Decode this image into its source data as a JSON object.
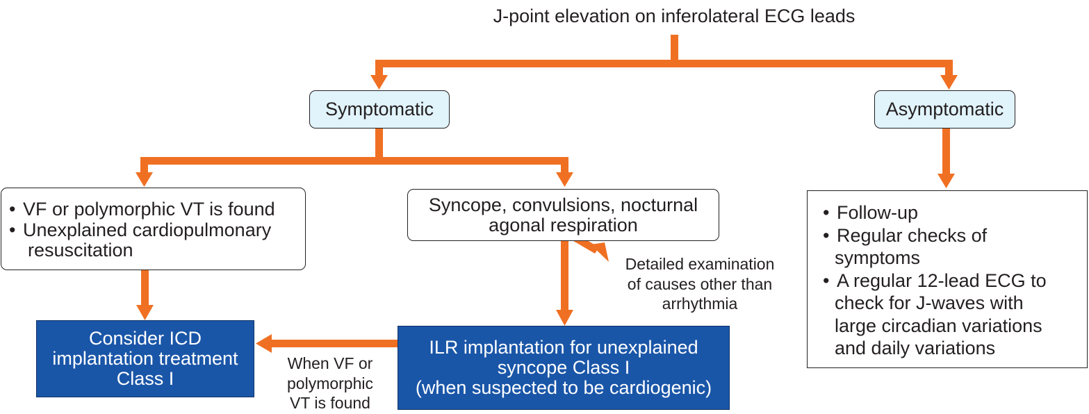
{
  "title": "J-point elevation on inferolateral ECG leads",
  "nodes": {
    "symptomatic": "Symptomatic",
    "asymptomatic": "Asymptomatic",
    "vf_box": {
      "items": [
        "VF or polymorphic VT is found",
        "Unexplained cardiopulmonary",
        "resuscitation"
      ]
    },
    "syncope_box": {
      "lines": [
        "Syncope, convulsions, nocturnal",
        "agonal respiration"
      ]
    },
    "followup_box": {
      "items": [
        "Follow-up",
        "Regular checks of",
        "symptoms",
        "A regular 12-lead ECG to",
        "check for J-waves with",
        "large circadian variations",
        "and daily variations"
      ]
    },
    "icd_box": {
      "lines": [
        "Consider ICD",
        "implantation treatment",
        "Class I"
      ]
    },
    "ilr_box": {
      "lines": [
        "ILR implantation for unexplained",
        "syncope Class I",
        "(when suspected to be cardiogenic)"
      ]
    }
  },
  "notes": {
    "detailed_exam": [
      "Detailed examination",
      "of causes other than",
      "arrhythmia"
    ],
    "when_vf": [
      "When VF or",
      "polymorphic",
      "VT is found"
    ]
  },
  "colors": {
    "arrow": "#f07023",
    "dark_box": "#1a56a8",
    "pill_fill": "#e1f3fb",
    "text": "#231f20"
  }
}
